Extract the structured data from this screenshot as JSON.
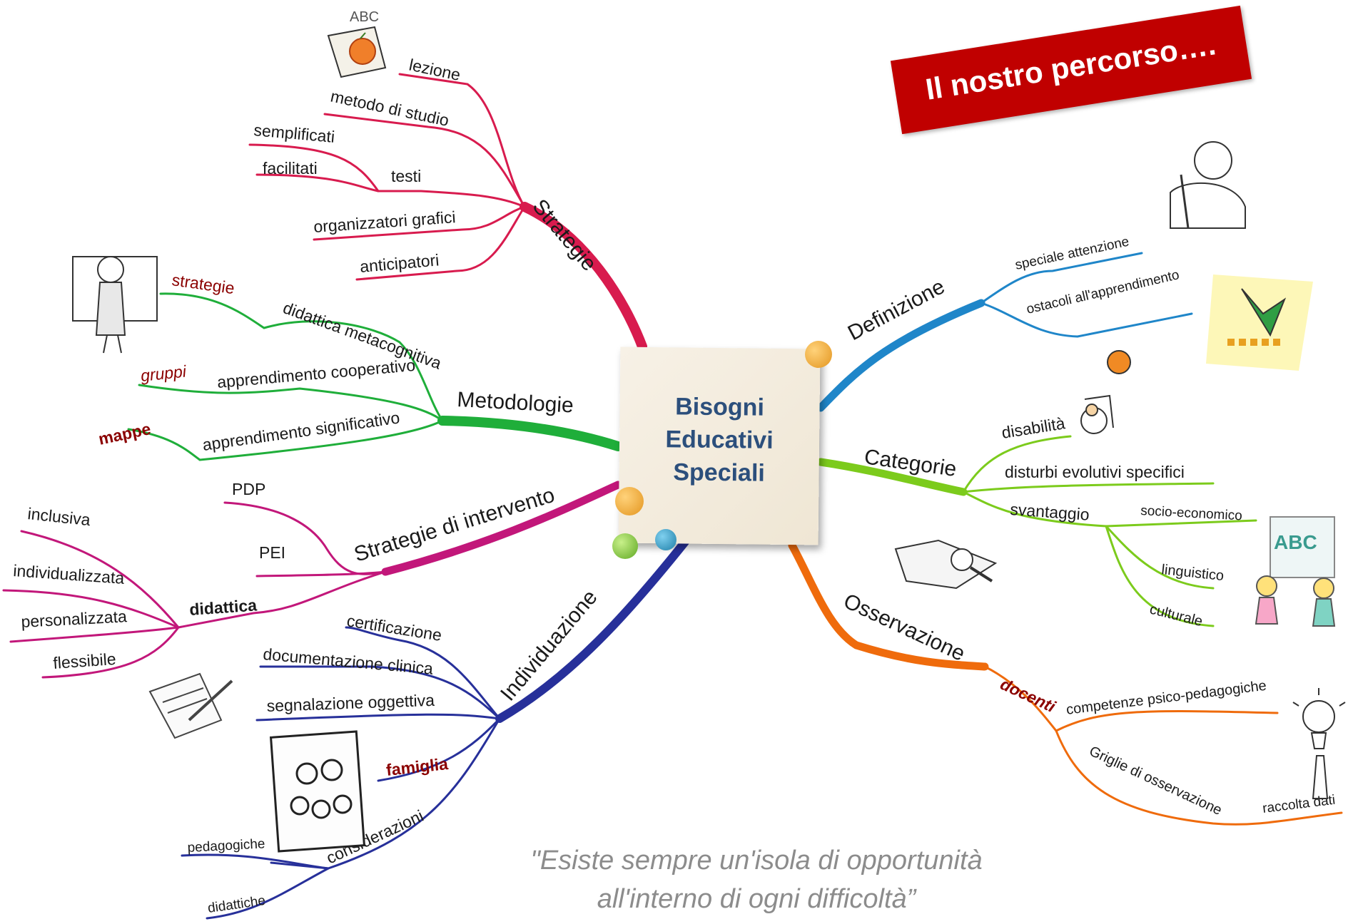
{
  "banner": {
    "text": "Il nostro percorso…."
  },
  "center": {
    "line1": "Bisogni",
    "line2": "Educativi",
    "line3": "Speciali"
  },
  "quote": {
    "line1": "\"Esiste sempre un'isola di opportunità",
    "line2": "all'interno di ogni difficoltà”"
  },
  "colors": {
    "strategie": "#d81b4e",
    "metodologie": "#1fae3a",
    "interventi": "#c2177a",
    "individuazione": "#27309a",
    "definizione": "#1f86c9",
    "categorie": "#7ccb1c",
    "osservazione": "#ef6b0c",
    "banner": "#c00000",
    "center_text": "#2c4f7c"
  },
  "branches": {
    "strategie": {
      "label": "Strategie",
      "items": [
        "lezione",
        "metodo di studio",
        "semplificati",
        "facilitati",
        "testi",
        "organizzatori grafici",
        "anticipatori"
      ]
    },
    "metodologie": {
      "label": "Metodologie",
      "items": [
        "strategie",
        "didattica metacognitiva",
        "gruppi",
        "apprendimento cooperativo",
        "mappe",
        "apprendimento significativo"
      ]
    },
    "interventi": {
      "label": "Strategie di intervento",
      "items": [
        "PDP",
        "PEI",
        "didattica",
        "inclusiva",
        "individualizzata",
        "personalizzata",
        "flessibile"
      ]
    },
    "individuazione": {
      "label": "Individuazione",
      "items": [
        "certificazione",
        "documentazione clinica",
        "segnalazione oggettiva",
        "famiglia",
        "considerazioni",
        "pedagogiche",
        "didattiche"
      ]
    },
    "definizione": {
      "label": "Definizione",
      "items": [
        "speciale attenzione",
        "ostacoli all'apprendimento"
      ]
    },
    "categorie": {
      "label": "Categorie",
      "items": [
        "disabilità",
        "disturbi evolutivi specifici",
        "svantaggio",
        "socio-economico",
        "linguistico",
        "culturale"
      ]
    },
    "osservazione": {
      "label": "Osservazione",
      "items": [
        "docenti",
        "competenze psico-pedagogiche",
        "Griglie di osservazione",
        "raccolta dati"
      ]
    }
  },
  "clipart": {
    "abc_book": "ABC",
    "abc_board": "ABC"
  }
}
